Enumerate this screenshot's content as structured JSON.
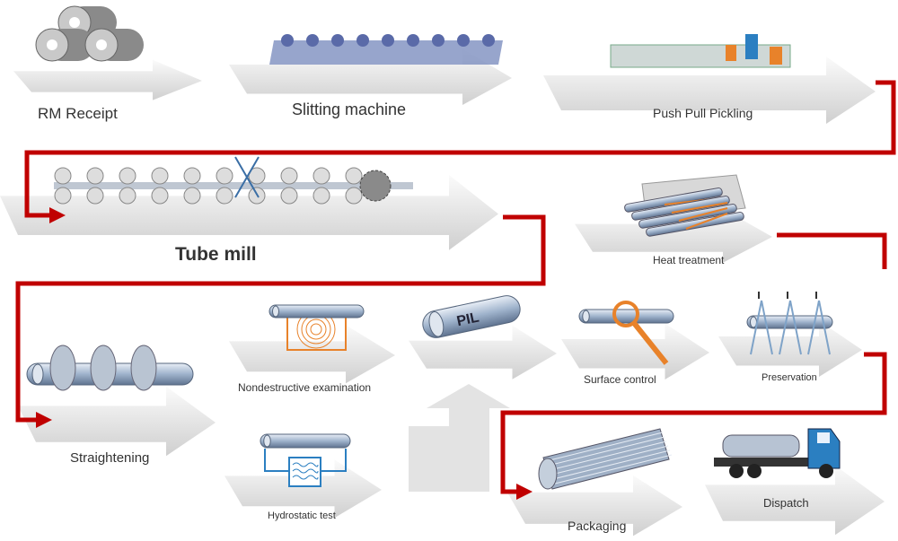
{
  "colors": {
    "connector": "#c00000",
    "arrow_light": "#f4f4f4",
    "arrow_dark": "#c8c8c8",
    "pipe": "#9fb3cc",
    "accent_orange": "#e8822a",
    "accent_blue": "#2b7fc1"
  },
  "steps": [
    {
      "label": "RM Receipt",
      "icon": "steel-coils-icon"
    },
    {
      "label": "Slitting machine",
      "icon": "slitting-line-icon"
    },
    {
      "label": "Push Pull Pickling",
      "icon": "pickling-line-icon"
    },
    {
      "label": "Tube mill",
      "icon": "tube-mill-icon"
    },
    {
      "label": "Heat treatment",
      "icon": "furnace-icon"
    },
    {
      "label": "Straightening",
      "icon": "straightening-rolls-icon"
    },
    {
      "label": "Nondestructive examination",
      "icon": "eddy-current-coil-icon"
    },
    {
      "label": "Hydrostatic test",
      "icon": "water-tank-icon"
    },
    {
      "label": "Surface control",
      "icon": "magnifier-icon"
    },
    {
      "label": "Preservation",
      "icon": "spray-nozzles-icon"
    },
    {
      "label": "Packaging",
      "icon": "pipe-bundle-icon"
    },
    {
      "label": "Dispatch",
      "icon": "truck-icon"
    }
  ],
  "pil_marking": "PIL"
}
